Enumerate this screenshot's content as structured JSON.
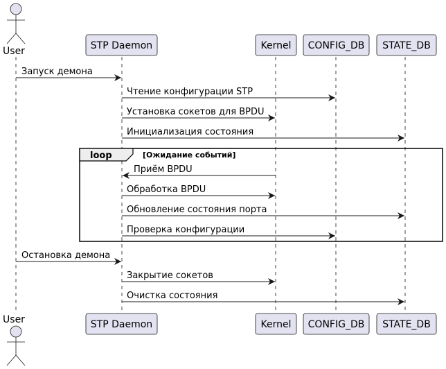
{
  "colors": {
    "participant_fill": "#e2e2f0",
    "participant_stroke": "#181818",
    "lifeline": "#181818",
    "loop_header_fill": "#eeeeee"
  },
  "participants": {
    "user": {
      "label": "User",
      "icon": "actor-stick-figure-icon"
    },
    "stp": {
      "label": "STP Daemon"
    },
    "kernel": {
      "label": "Kernel"
    },
    "config": {
      "label": "CONFIG_DB"
    },
    "state": {
      "label": "STATE_DB"
    }
  },
  "messages": [
    {
      "from": "user",
      "to": "stp",
      "label": "Запуск демона"
    },
    {
      "from": "stp",
      "to": "config",
      "label": "Чтение конфигурации STP"
    },
    {
      "from": "stp",
      "to": "kernel",
      "label": "Установка сокетов для BPDU"
    },
    {
      "from": "stp",
      "to": "state",
      "label": "Инициализация состояния"
    },
    {
      "from": "kernel",
      "to": "stp",
      "label": "Приём BPDU"
    },
    {
      "from": "stp",
      "to": "kernel",
      "label": "Обработка BPDU"
    },
    {
      "from": "stp",
      "to": "state",
      "label": "Обновление состояния порта"
    },
    {
      "from": "stp",
      "to": "config",
      "label": "Проверка конфигурации"
    },
    {
      "from": "user",
      "to": "stp",
      "label": "Остановка демона"
    },
    {
      "from": "stp",
      "to": "kernel",
      "label": "Закрытие сокетов"
    },
    {
      "from": "stp",
      "to": "state",
      "label": "Очистка состояния"
    }
  ],
  "loop": {
    "keyword": "loop",
    "condition": "[Ожидание событий]"
  }
}
